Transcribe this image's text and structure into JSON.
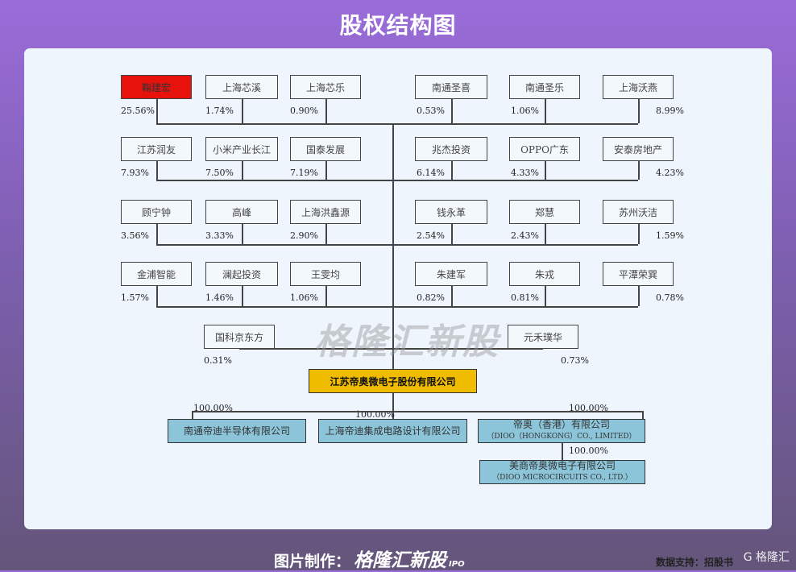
{
  "title": "股权结构图",
  "rows": [
    {
      "left": [
        {
          "name": "鞠建宏",
          "pct": "25.56%",
          "highlight": true
        },
        {
          "name": "上海芯溪",
          "pct": "1.74%"
        },
        {
          "name": "上海芯乐",
          "pct": "0.90%"
        }
      ],
      "right": [
        {
          "name": "南通圣喜",
          "pct": "0.53%"
        },
        {
          "name": "南通圣乐",
          "pct": "1.06%"
        },
        {
          "name": "上海沃燕",
          "pct": "8.99%"
        }
      ]
    },
    {
      "left": [
        {
          "name": "江苏润友",
          "pct": "7.93%"
        },
        {
          "name": "小米产业长江",
          "pct": "7.50%"
        },
        {
          "name": "国泰发展",
          "pct": "7.19%"
        }
      ],
      "right": [
        {
          "name": "兆杰投资",
          "pct": "6.14%"
        },
        {
          "name": "OPPO广东",
          "pct": "4.33%"
        },
        {
          "name": "安泰房地产",
          "pct": "4.23%"
        }
      ]
    },
    {
      "left": [
        {
          "name": "顾宁钟",
          "pct": "3.56%"
        },
        {
          "name": "高峰",
          "pct": "3.33%"
        },
        {
          "name": "上海洪鑫源",
          "pct": "2.90%"
        }
      ],
      "right": [
        {
          "name": "钱永革",
          "pct": "2.54%"
        },
        {
          "name": "郑慧",
          "pct": "2.43%"
        },
        {
          "name": "苏州沃洁",
          "pct": "1.59%"
        }
      ]
    },
    {
      "left": [
        {
          "name": "金浦智能",
          "pct": "1.57%"
        },
        {
          "name": "澜起投资",
          "pct": "1.46%"
        },
        {
          "name": "王雯均",
          "pct": "1.06%"
        }
      ],
      "right": [
        {
          "name": "朱建军",
          "pct": "0.82%"
        },
        {
          "name": "朱戎",
          "pct": "0.81%"
        },
        {
          "name": "平潭荣巽",
          "pct": "0.78%"
        }
      ]
    },
    {
      "left": [
        {
          "name": "国科京东方",
          "pct": "0.31%"
        }
      ],
      "right": [
        {
          "name": "元禾璞华",
          "pct": "0.73%"
        }
      ]
    }
  ],
  "company": "江苏帝奥微电子股份有限公司",
  "subsidiaries": [
    {
      "name": "南通帝迪半导体有限公司",
      "pct": "100.00%"
    },
    {
      "name": "上海帝迪集成电路设计有限公司",
      "pct": "100.00%"
    },
    {
      "name": "帝奥（香港）有限公司",
      "en": "（DIOO（HONGKONG）CO., LIMITED）",
      "pct": "100.00%"
    },
    {
      "name": "美商帝奥微电子有限公司",
      "en": "（DIOO MICROCIRCUITS CO., LTD.）",
      "pct": "100.00%"
    }
  ],
  "watermark": "格隆汇新股",
  "source": "数据支持：招股书",
  "footer": {
    "label": "图片制作：",
    "brand": "格隆汇新股",
    "ipo": "IPO"
  },
  "logo": "G 格隆汇"
}
